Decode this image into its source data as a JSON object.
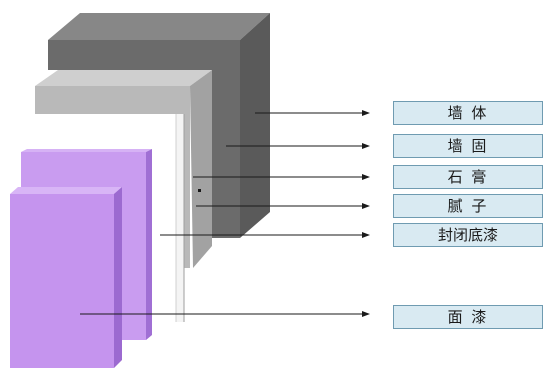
{
  "colors": {
    "wall": "#6b6b6b",
    "wall_top": "#878787",
    "wall_side": "#5a5a5a",
    "fixing": "#b8b8b8",
    "fixing_top": "#c8c8c8",
    "fixing_side": "#a4a4a4",
    "white_layer": "#f7f7f7",
    "white_layer_edge": "#9e9e9e",
    "paint": "#c99cf0",
    "paint_front": "#c594ee",
    "paint_side": "#a06fd4",
    "label_bg": "#d9eaf2",
    "label_border": "#6f9bb1",
    "leader": "#1a1a1a"
  },
  "layers": [
    {
      "id": "wall",
      "label": "墙  体"
    },
    {
      "id": "wall-fixing",
      "label": "墙  固"
    },
    {
      "id": "gypsum",
      "label": "石  膏"
    },
    {
      "id": "putty",
      "label": "腻  子"
    },
    {
      "id": "sealing-primer",
      "label": "封闭底漆"
    },
    {
      "id": "topcoat",
      "label": "面  漆"
    }
  ]
}
